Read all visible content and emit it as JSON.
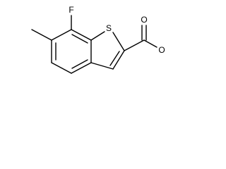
{
  "molecule": {
    "atoms": {
      "fluorine": "F",
      "sulfur": "S",
      "carbonyl_oxygen": "O",
      "ester_oxygen": "O"
    }
  }
}
